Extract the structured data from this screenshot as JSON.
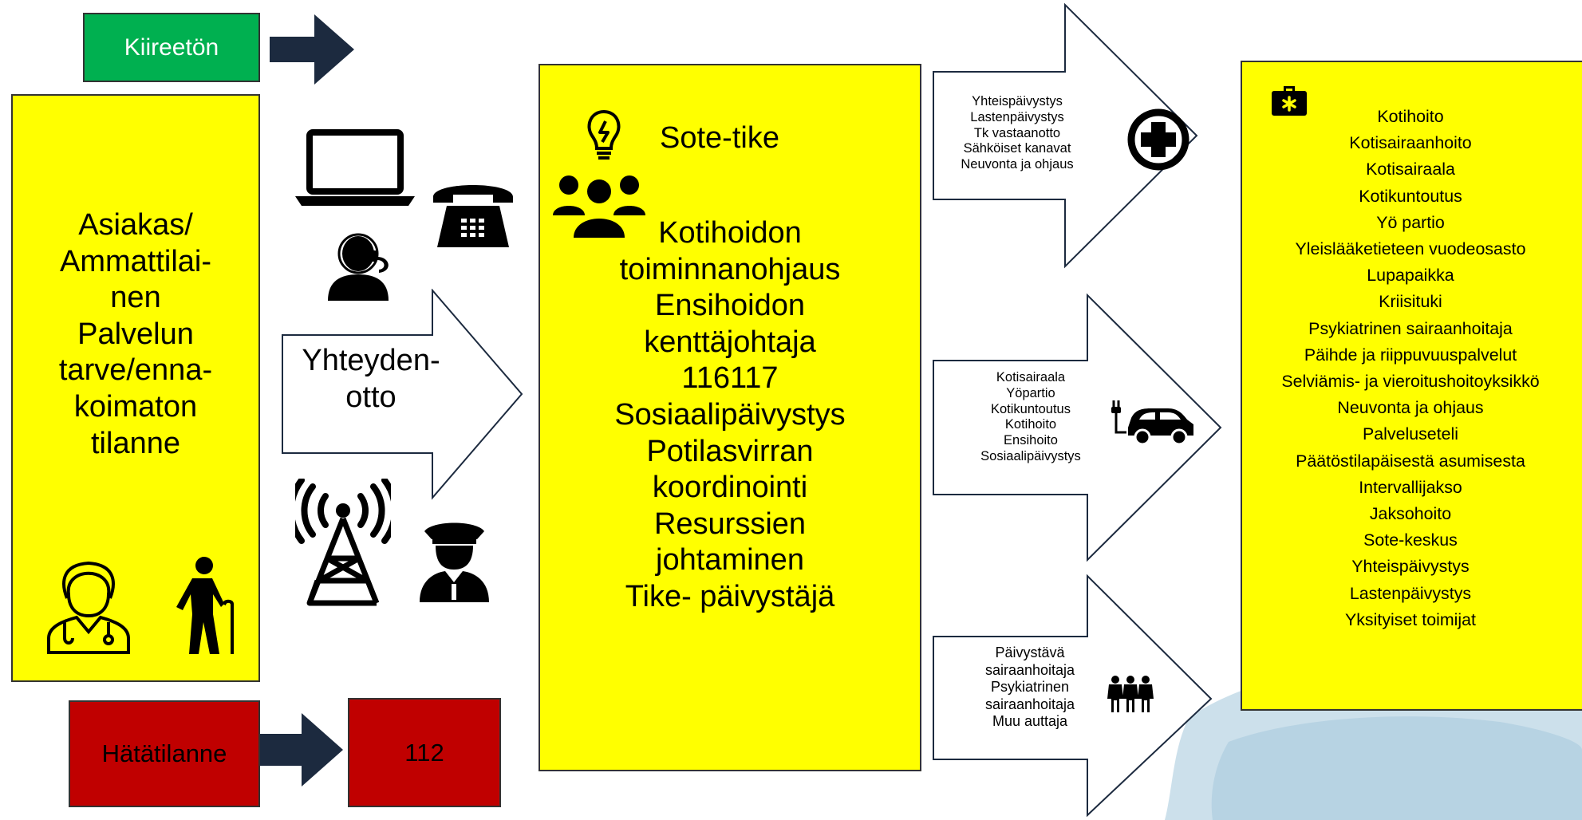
{
  "kiireeton": {
    "label": "Kiireetön",
    "color": "#00b050"
  },
  "asiakas": {
    "lines": [
      "Asiakas/",
      "Ammattilai-",
      "nen",
      "Palvelun",
      "tarve/enna-",
      "koimaton",
      "tilanne"
    ]
  },
  "yhteydenotto": {
    "lines": [
      "Yhteyden-",
      "otto"
    ]
  },
  "hatatilanne": {
    "label": "Hätätilanne",
    "color": "#c00000"
  },
  "emergency_number": {
    "label": "112"
  },
  "sote_tike": {
    "title": "Sote-tike",
    "lines": [
      "Kotihoidon",
      "toiminnanohjaus",
      "Ensihoidon",
      "kenttäjohtaja",
      "116117",
      "Sosiaalipäivystys",
      "Potilasvirran",
      "koordinointi",
      "Resurssien",
      "johtaminen",
      "Tike- päivystäjä"
    ]
  },
  "arrow_top": {
    "lines": [
      "Yhteispäivystys",
      "Lastenpäivystys",
      "Tk vastaanotto",
      "Sähköiset kanavat",
      "Neuvonta ja ohjaus"
    ]
  },
  "arrow_middle": {
    "lines": [
      "Kotisairaala",
      "Yöpartio",
      "Kotikuntoutus",
      "Kotihoito",
      "Ensihoito",
      "Sosiaalipäivystys"
    ]
  },
  "arrow_bottom": {
    "lines": [
      "Päivystävä",
      "sairaanhoitaja",
      "Psykiatrinen",
      "sairaanhoitaja",
      "Muu auttaja"
    ]
  },
  "services": {
    "items": [
      "Kotihoito",
      "Kotisairaanhoito",
      "Kotisairaala",
      "Kotikuntoutus",
      "Yö partio",
      "Yleislääketieteen vuodeosasto",
      "Lupapaikka",
      "Kriisituki",
      "Psykiatrinen sairaanhoitaja",
      "Päihde ja riippuvuuspalvelut",
      "Selviämis- ja vieroitushoitoyksikkö",
      "Neuvonta ja ohjaus",
      "Palveluseteli",
      "Päätöstilapäisestä asumisesta",
      "Intervallijakso",
      "Jaksohoito",
      "Sote-keskus",
      "Yhteispäivystys",
      "Lastenpäivystys",
      "Yksityiset toimijat"
    ]
  },
  "icons": [
    "laptop-icon",
    "telephone-icon",
    "headset-operator-icon",
    "radio-tower-icon",
    "police-officer-icon",
    "nurse-icon",
    "elderly-person-icon",
    "lightbulb-icon",
    "group-icon",
    "medical-cross-icon",
    "car-icon",
    "three-people-icon",
    "first-aid-kit-icon"
  ],
  "colors": {
    "yellow": "#ffff00",
    "navy_arrow": "#1c2a3f",
    "green": "#00b050",
    "red": "#c00000"
  }
}
